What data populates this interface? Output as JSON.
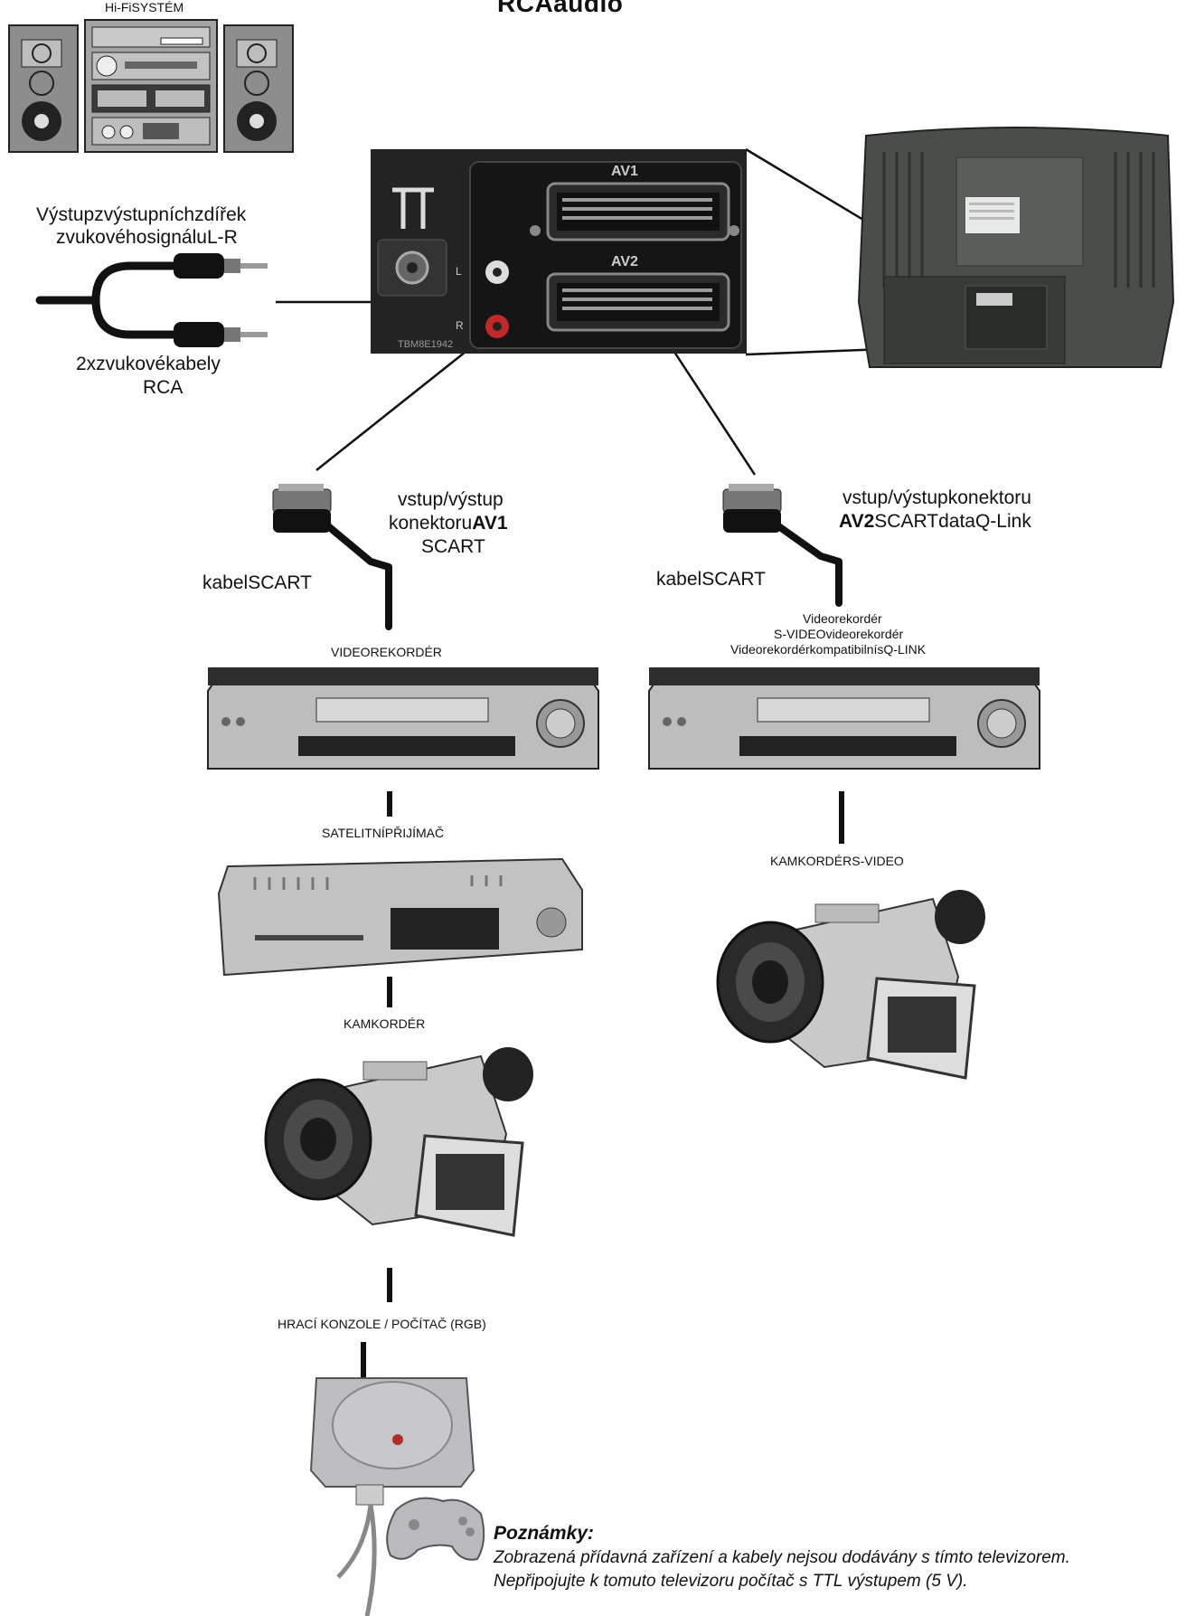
{
  "header": {
    "title": "RCAaudio",
    "hifi_label": "Hi-FiSYSTÉM"
  },
  "audio": {
    "output_line1": "Výstupzvýstupníchzdířek",
    "output_line2": "zvukovéhosignáluL-R",
    "cable_line1": "2xzvukovékabely",
    "cable_line2": "RCA"
  },
  "tv_panel": {
    "av1": "AV1",
    "av2": "AV2",
    "left": "L",
    "right": "R",
    "model": "TBM8E1942"
  },
  "av1_chain": {
    "connector_line1": "vstup/výstup",
    "connector_line2_prefix": "konektoru",
    "connector_line2_bold": "AV1",
    "connector_line3": "SCART",
    "cable": "kabelSCART",
    "vcr": "VIDEOREKORDÉR",
    "satellite": "SATELITNÍPŘIJÍMAČ",
    "camcorder": "KAMKORDÉR",
    "console": "HRACÍ KONZOLE / POČÍTAČ (RGB)"
  },
  "av2_chain": {
    "connector_line1": "vstup/výstupkonektoru",
    "connector_line2_bold": "AV2",
    "connector_line2_rest": "SCARTdataQ-Link",
    "cable": "kabelSCART",
    "vcr_line1": "Videorekordér",
    "vcr_line2": "S-VIDEOvideorekordér",
    "vcr_line3": "VideorekordérkompatibilnísQ-LINK",
    "camcorder": "KAMKORDÉRS-VIDEO"
  },
  "notes": {
    "title": "Poznámky:",
    "line1": "Zobrazená přídavná zařízení a kabely nejsou dodávány s tímto televizorem.",
    "line2": "Nepřipojujte k tomuto televizoru počítač s TTL výstupem (5 V)."
  },
  "colors": {
    "line": "#111111",
    "device_light": "#c8c8c8",
    "device_dark": "#3a3a3a",
    "tv_body": "#4a4e4a",
    "rca_red": "#c0282a"
  }
}
